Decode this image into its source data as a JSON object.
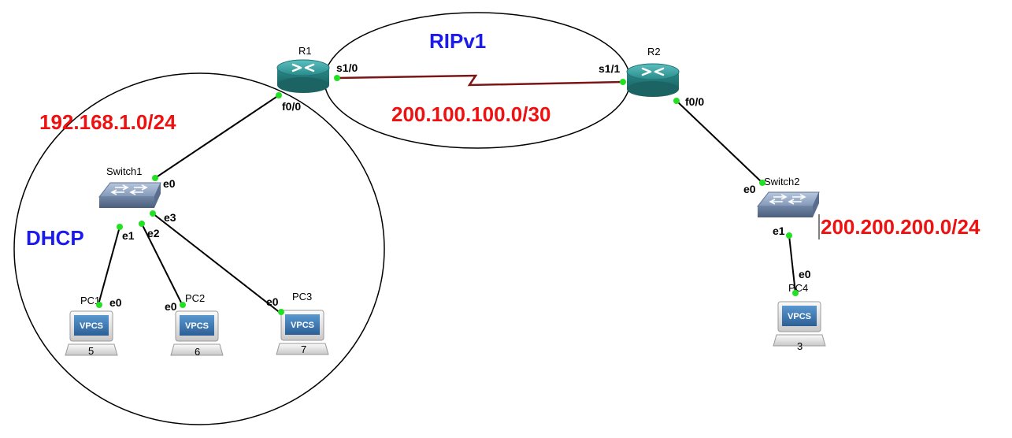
{
  "colors": {
    "network_label": "#ee1111",
    "protocol_label": "#1a1aee",
    "serial_link": "#7a1616",
    "port_dot": "#22e022",
    "router": "#2f9a9a",
    "switch": "#7f94b4",
    "vpcs_screen": "#3a78b4"
  },
  "labels": {
    "lan1_network": "192.168.1.0/24",
    "wan_network": "200.100.100.0/30",
    "lan2_network": "200.200.200.0/24",
    "rip": "RIPv1",
    "dhcp": "DHCP"
  },
  "devices": {
    "r1": {
      "name": "R1",
      "icon": "router-icon"
    },
    "r2": {
      "name": "R2",
      "icon": "router-icon"
    },
    "switch1": {
      "name": "Switch1",
      "icon": "switch-icon"
    },
    "switch2": {
      "name": "Switch2",
      "icon": "switch-icon"
    },
    "pc1": {
      "name": "PC1",
      "console": "5",
      "screen_text": "VPCS",
      "icon": "vpcs-pc-icon"
    },
    "pc2": {
      "name": "PC2",
      "console": "6",
      "screen_text": "VPCS",
      "icon": "vpcs-pc-icon"
    },
    "pc3": {
      "name": "PC3",
      "console": "7",
      "screen_text": "VPCS",
      "icon": "vpcs-pc-icon"
    },
    "pc4": {
      "name": "PC4",
      "console": "3",
      "screen_text": "VPCS",
      "icon": "vpcs-pc-icon"
    }
  },
  "interfaces": {
    "r1_s10": "s1/0",
    "r1_f00": "f0/0",
    "r2_s11": "s1/1",
    "r2_f00": "f0/0",
    "sw1_e0": "e0",
    "sw1_e1": "e1",
    "sw1_e2": "e2",
    "sw1_e3": "e3",
    "sw2_e0": "e0",
    "sw2_e1": "e1",
    "pc1_e0": "e0",
    "pc2_e0": "e0",
    "pc3_e0": "e0",
    "pc4_e0": "e0"
  }
}
